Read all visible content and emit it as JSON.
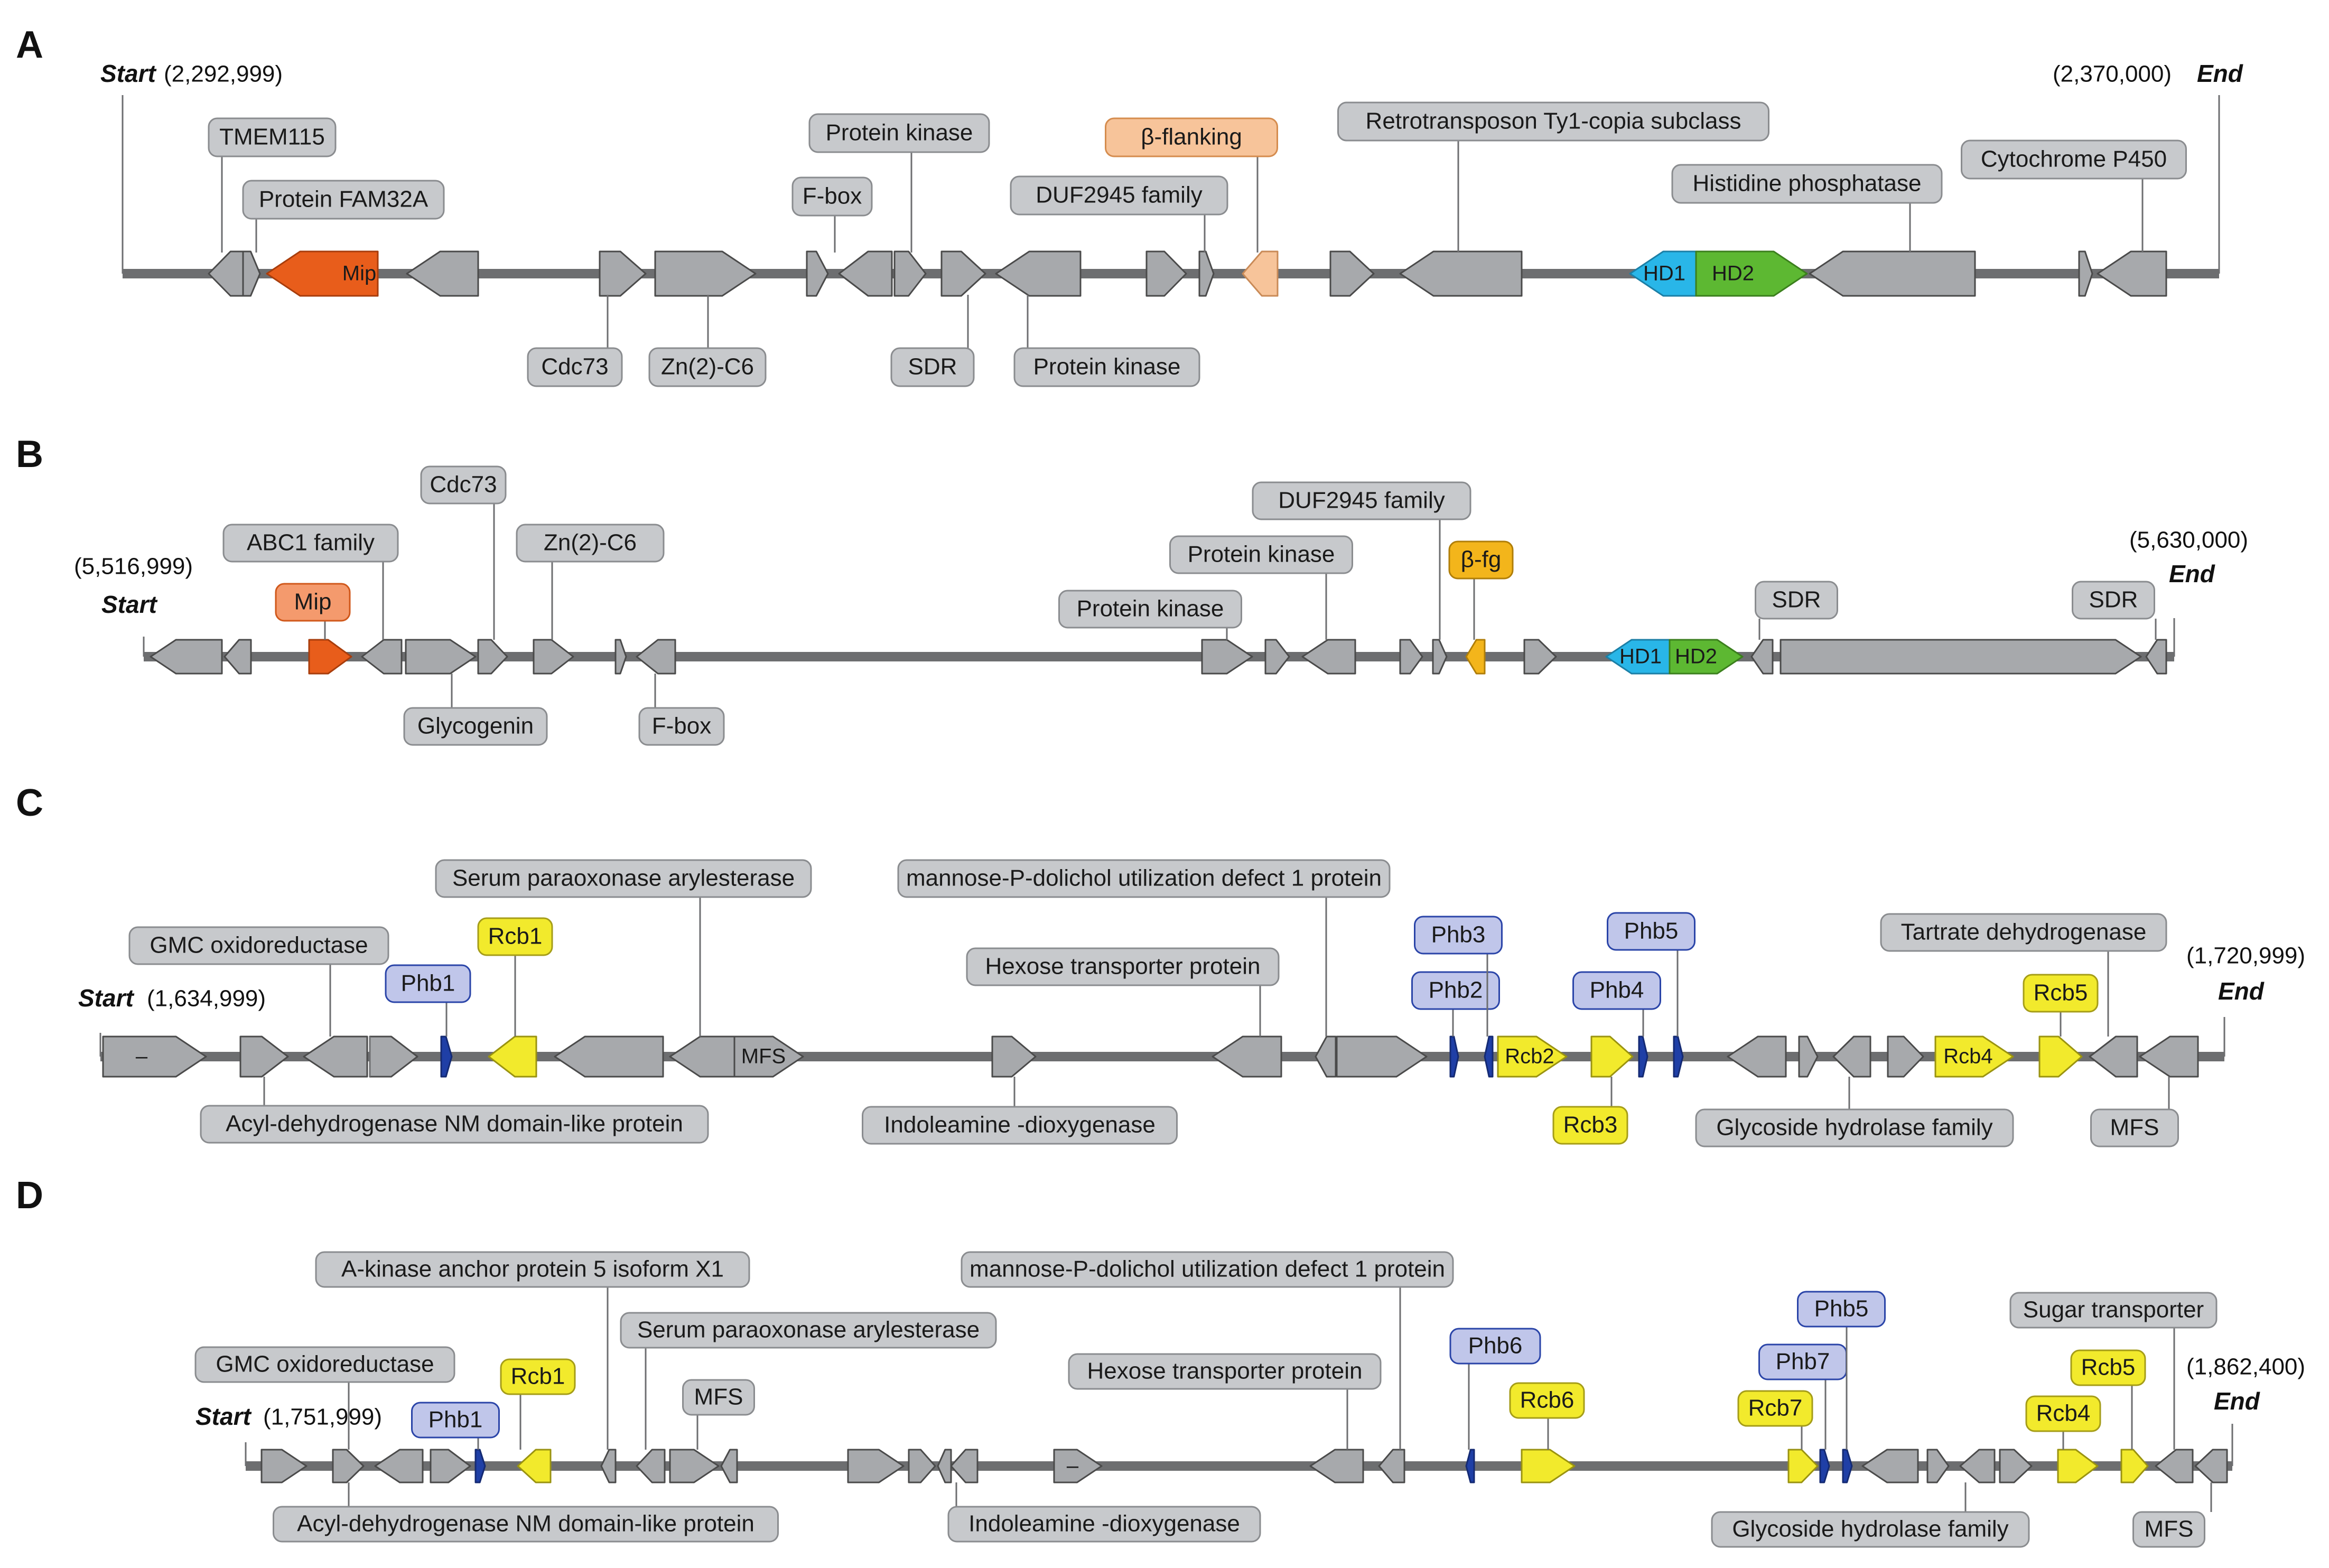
{
  "colors": {
    "backbone": "#6d6e70",
    "gene_gray": "#a7a9ac",
    "gene_stroke": "#4a4a4a",
    "label_gray_fill": "#c7c9cc",
    "label_gray_stroke": "#8a8c8f",
    "mip_orange": "#e85d1b",
    "beta_flank_peach": "#f7c49a",
    "beta_fg_gold": "#f3b51b",
    "hd1_cyan": "#29b6e8",
    "hd2_green": "#5db832",
    "rcb_yellow": "#f2ea2c",
    "phb_blue_fill": "#c0c6ea",
    "phb_blue_stroke": "#2a44a8",
    "phb_dark_blue": "#1f3fa6"
  },
  "panels": [
    {
      "letter": "A",
      "start_label": "Start",
      "start_coord": "(2,292,999)",
      "end_label": "End",
      "end_coord": "(2,370,000)",
      "labels": [
        {
          "text": "TMEM115",
          "style": "gray"
        },
        {
          "text": "Protein FAM32A",
          "style": "gray"
        },
        {
          "text": "Cdc73",
          "style": "gray"
        },
        {
          "text": "Zn(2)-C6",
          "style": "gray"
        },
        {
          "text": "F-box",
          "style": "gray"
        },
        {
          "text": "Protein kinase",
          "style": "gray"
        },
        {
          "text": "SDR",
          "style": "gray"
        },
        {
          "text": "Protein kinase",
          "style": "gray"
        },
        {
          "text": "DUF2945 family",
          "style": "gray"
        },
        {
          "text": "β-flanking",
          "style": "peach"
        },
        {
          "text": "Retrotransposon Ty1-copia subclass",
          "style": "gray"
        },
        {
          "text": "Histidine phosphatase",
          "style": "gray"
        },
        {
          "text": "Cytochrome P450",
          "style": "gray"
        }
      ],
      "gene_texts": [
        "Mip",
        "HD1",
        "HD2"
      ]
    },
    {
      "letter": "B",
      "start_label": "Start",
      "start_coord": "(5,516,999)",
      "end_label": "End",
      "end_coord": "(5,630,000)",
      "labels": [
        {
          "text": "Mip",
          "style": "orange"
        },
        {
          "text": "ABC1 family",
          "style": "gray"
        },
        {
          "text": "Glycogenin",
          "style": "gray"
        },
        {
          "text": "Cdc73",
          "style": "gray"
        },
        {
          "text": "Zn(2)-C6",
          "style": "gray"
        },
        {
          "text": "F-box",
          "style": "gray"
        },
        {
          "text": "Protein kinase",
          "style": "gray"
        },
        {
          "text": "Protein kinase",
          "style": "gray"
        },
        {
          "text": "DUF2945 family",
          "style": "gray"
        },
        {
          "text": "β-fg",
          "style": "gold"
        },
        {
          "text": "SDR",
          "style": "gray"
        },
        {
          "text": "SDR",
          "style": "gray"
        }
      ],
      "gene_texts": [
        "HD1",
        "HD2"
      ]
    },
    {
      "letter": "C",
      "start_label": "Start",
      "start_coord": "(1,634,999)",
      "end_label": "End",
      "end_coord": "(1,720,999)",
      "labels": [
        {
          "text": "GMC oxidoreductase",
          "style": "gray"
        },
        {
          "text": "Acyl-dehydrogenase NM domain-like protein",
          "style": "gray"
        },
        {
          "text": "Phb1",
          "style": "blue"
        },
        {
          "text": "Rcb1",
          "style": "yellow"
        },
        {
          "text": "Serum paraoxonase arylesterase",
          "style": "gray"
        },
        {
          "text": "Hexose transporter protein",
          "style": "gray"
        },
        {
          "text": "Indoleamine -dioxygenase",
          "style": "gray"
        },
        {
          "text": "mannose-P-dolichol utilization defect 1 protein",
          "style": "gray"
        },
        {
          "text": "Phb2",
          "style": "blue"
        },
        {
          "text": "Phb3",
          "style": "blue"
        },
        {
          "text": "Phb4",
          "style": "blue"
        },
        {
          "text": "Phb5",
          "style": "blue"
        },
        {
          "text": "Rcb3",
          "style": "yellow"
        },
        {
          "text": "Glycoside hydrolase family",
          "style": "gray"
        },
        {
          "text": "Tartrate dehydrogenase",
          "style": "gray"
        },
        {
          "text": "Rcb5",
          "style": "yellow"
        },
        {
          "text": "MFS",
          "style": "gray"
        }
      ],
      "gene_texts": [
        "–",
        "MFS",
        "Rcb2",
        "Rcb4"
      ]
    },
    {
      "letter": "D",
      "start_label": "Start",
      "start_coord": "(1,751,999)",
      "end_label": "End",
      "end_coord": "(1,862,400)",
      "labels": [
        {
          "text": "GMC oxidoreductase",
          "style": "gray"
        },
        {
          "text": "Acyl-dehydrogenase NM domain-like protein",
          "style": "gray"
        },
        {
          "text": "Phb1",
          "style": "blue"
        },
        {
          "text": "Rcb1",
          "style": "yellow"
        },
        {
          "text": "A-kinase anchor protein 5 isoform X1",
          "style": "gray"
        },
        {
          "text": "Serum paraoxonase arylesterase",
          "style": "gray"
        },
        {
          "text": "MFS",
          "style": "gray"
        },
        {
          "text": "Indoleamine -dioxygenase",
          "style": "gray"
        },
        {
          "text": "Hexose transporter protein",
          "style": "gray"
        },
        {
          "text": "mannose-P-dolichol utilization defect 1 protein",
          "style": "gray"
        },
        {
          "text": "Phb6",
          "style": "blue"
        },
        {
          "text": "Rcb6",
          "style": "yellow"
        },
        {
          "text": "Rcb7",
          "style": "yellow"
        },
        {
          "text": "Phb7",
          "style": "blue"
        },
        {
          "text": "Phb5",
          "style": "blue"
        },
        {
          "text": "Glycoside hydrolase family",
          "style": "gray"
        },
        {
          "text": "Rcb4",
          "style": "yellow"
        },
        {
          "text": "Rcb5",
          "style": "yellow"
        },
        {
          "text": "Sugar transporter",
          "style": "gray"
        },
        {
          "text": "MFS",
          "style": "gray"
        }
      ],
      "gene_texts": [
        "–"
      ]
    }
  ]
}
